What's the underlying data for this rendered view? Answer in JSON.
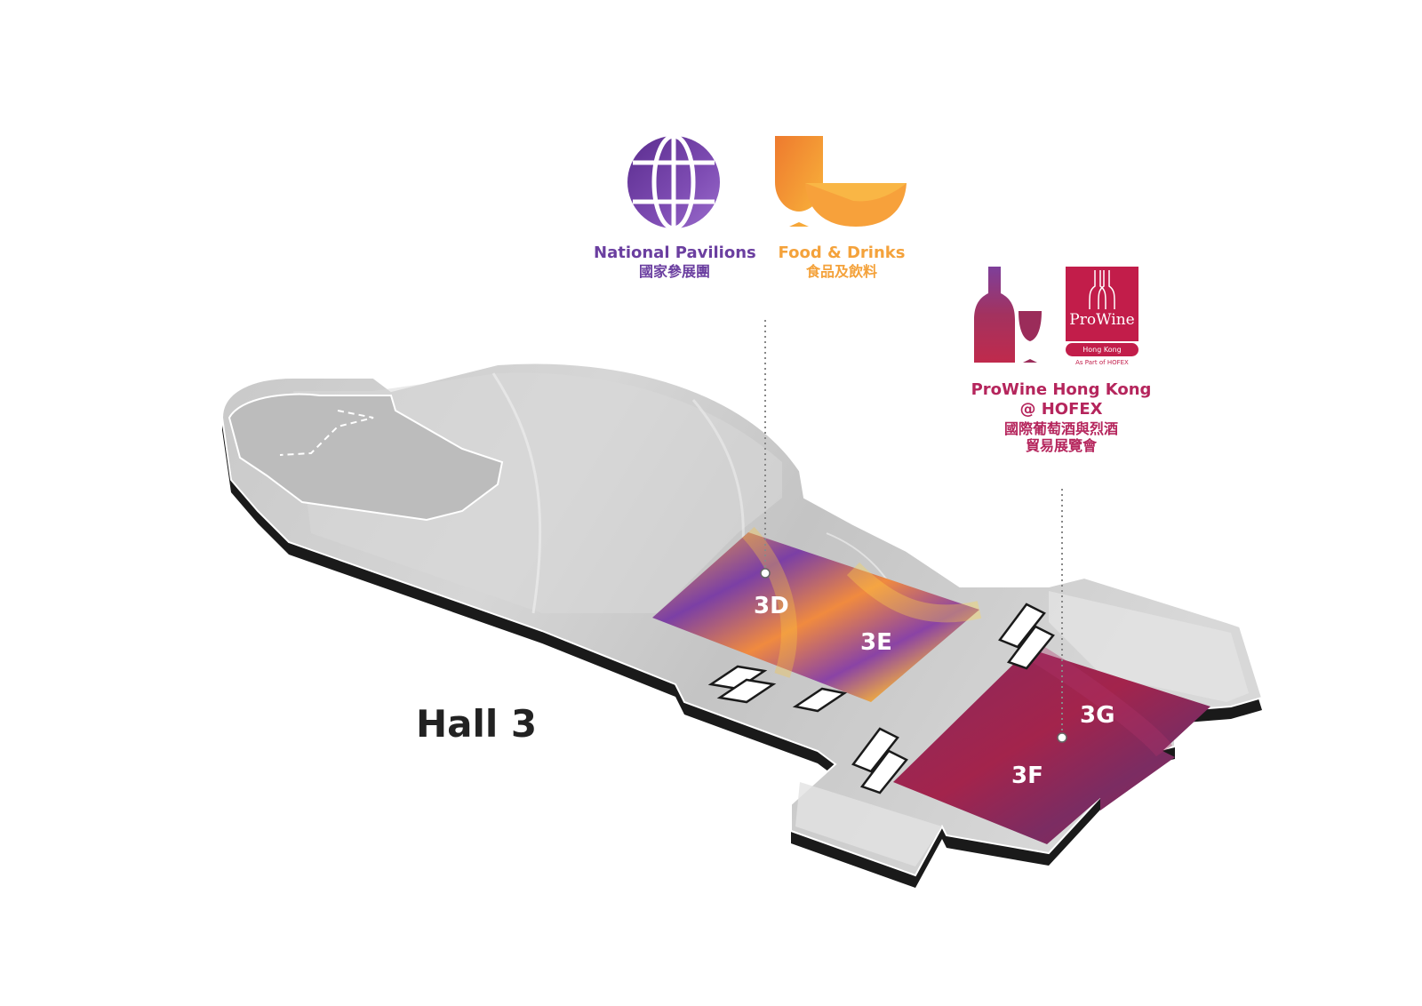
{
  "hall": {
    "name": "Hall 3"
  },
  "zones": [
    {
      "id": "3D",
      "label": "3D"
    },
    {
      "id": "3E",
      "label": "3E"
    },
    {
      "id": "3F",
      "label": "3F"
    },
    {
      "id": "3G",
      "label": "3G"
    }
  ],
  "legend": {
    "national_pavilions": {
      "label_en": "National Pavilions",
      "label_zh": "國家參展團",
      "icon": "globe-icon",
      "color": "#6b3fa0"
    },
    "food_drinks": {
      "label_en": "Food & Drinks",
      "label_zh": "食品及飲料",
      "icon": "glass-and-bowl-icon",
      "color": "#f4a23b"
    },
    "prowine": {
      "label_en_line1": "ProWine Hong Kong",
      "label_en_line2": "@ HOFEX",
      "label_zh_line1": "國際葡萄酒與烈酒",
      "label_zh_line2": "貿易展覽會",
      "icon": "wine-bottle-and-glass-icon",
      "color": "#b5255c",
      "logo": {
        "name": "ProWine",
        "region": "Hong Kong",
        "tagline": "As Part of HOFEX",
        "color": "#c21d4a"
      }
    }
  },
  "colors": {
    "floor": "#cfcfcf",
    "floor_dark": "#bdbdbd",
    "floor_light": "#e3e3e3",
    "edge": "#1a1a1a",
    "orange": "#f5a03a",
    "purple": "#6b3fa0",
    "wine": "#9e2349"
  }
}
